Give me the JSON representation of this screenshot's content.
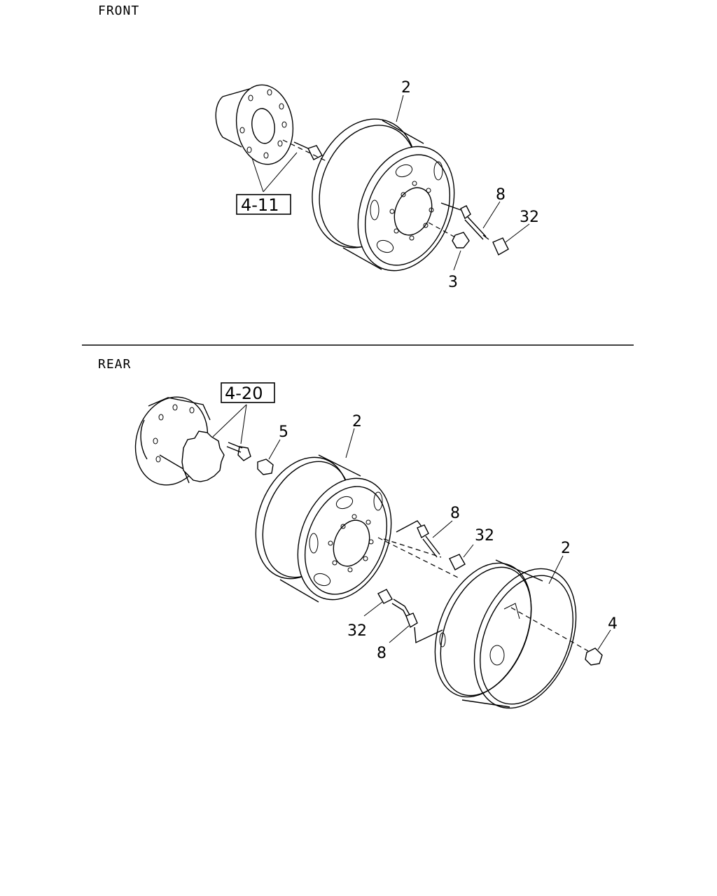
{
  "sections": {
    "front": {
      "title": "FRONT"
    },
    "rear": {
      "title": "REAR"
    }
  },
  "callouts": {
    "front": {
      "wheel": "2",
      "valve": "8",
      "cap": "32",
      "nut": "3",
      "ref_box": "4-11"
    },
    "rear": {
      "ref_box": "4-20",
      "inner_nut": "5",
      "inner_wheel": "2",
      "valve_inner": "8",
      "cap_inner": "32",
      "outer_wheel": "2",
      "cap_outer": "32",
      "valve_outer": "8",
      "outer_nut": "4"
    }
  },
  "colors": {
    "line": "#000000",
    "background": "#ffffff"
  }
}
